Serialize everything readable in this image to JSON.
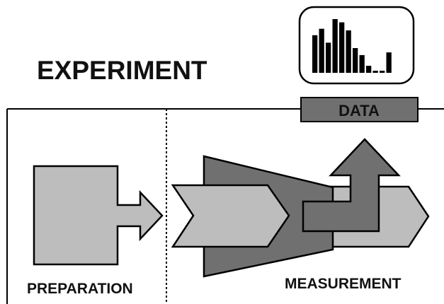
{
  "title": "EXPERIMENT",
  "data_label": "DATA",
  "sections": {
    "preparation": "PREPARATION",
    "measurement": "MEASUREMENT"
  },
  "histogram": {
    "relative_heights": [
      0.7,
      0.82,
      0.56,
      1.0,
      0.94,
      0.79,
      0.46,
      0.33,
      0.13,
      0.04,
      0.04,
      0.38
    ]
  },
  "colors": {
    "light_fill": "#bdbdbd",
    "dark_fill": "#707070",
    "outline": "#000000",
    "data_box": "#707070"
  }
}
